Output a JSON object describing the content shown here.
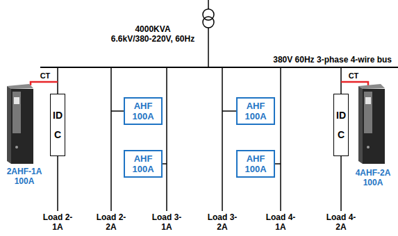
{
  "diagram": {
    "nodes": [
      {
        "text": [
          "2AHF-1A 100A"
        ]
      },
      {
        "text": [
          "IDC"
        ]
      },
      {
        "text": [
          "AHF 100A"
        ]
      },
      {
        "text": [
          "AHF 100A"
        ]
      },
      {
        "text": [
          "AHF 100A"
        ]
      },
      {
        "text": [
          "AHF 100A"
        ]
      },
      {
        "text": [
          "IDC"
        ]
      },
      {
        "text": [
          "4AHF-2A 100A"
        ]
      }
    ],
    "labels": [
      "4000KVA",
      "6.6kV/380-220V, 60Hz",
      "380V 60Hz 3-phase 4-wire bus",
      "CT",
      "CT",
      "Load 2-1A",
      "Load 2-2A",
      "Load 3-1A",
      "Load 3-2A",
      "Load 4-1A",
      "Load 4-2A"
    ]
  }
}
